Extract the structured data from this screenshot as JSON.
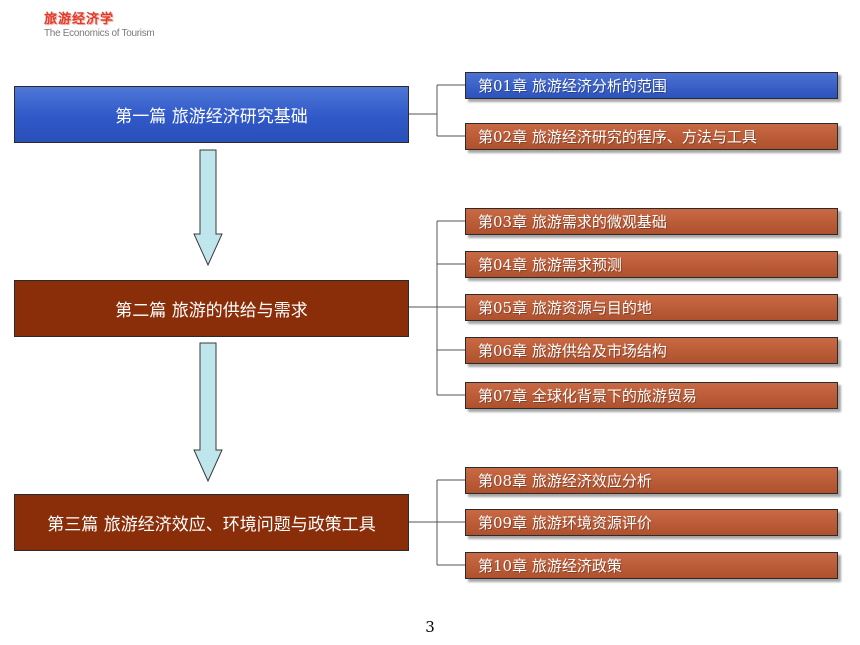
{
  "header": {
    "logo_cn": "旅游经济学",
    "logo_en": "The Economics of Tourism"
  },
  "parts": [
    {
      "label": "第一篇  旅游经济研究基础",
      "color": "#3058c8",
      "chapters": [
        {
          "label": "第01章  旅游经济分析的范围",
          "color": "#3a5ec8"
        },
        {
          "label": "第02章  旅游经济研究的程序、方法与工具",
          "color": "#b9583a"
        }
      ]
    },
    {
      "label": "第二篇  旅游的供给与需求",
      "color": "#8a2e0a",
      "chapters": [
        {
          "label": "第03章  旅游需求的微观基础",
          "color": "#b9583a"
        },
        {
          "label": "第04章  旅游需求预测",
          "color": "#b9583a"
        },
        {
          "label": "第05章  旅游资源与目的地",
          "color": "#b9583a"
        },
        {
          "label": "第06章  旅游供给及市场结构",
          "color": "#b9583a"
        },
        {
          "label": "第07章  全球化背景下的旅游贸易",
          "color": "#b9583a"
        }
      ]
    },
    {
      "label": "第三篇  旅游经济效应、环境问题与政策工具",
      "color": "#8a2e0a",
      "chapters": [
        {
          "label": "第08章  旅游经济效应分析",
          "color": "#b9583a"
        },
        {
          "label": "第09章  旅游环境资源评价",
          "color": "#b9583a"
        },
        {
          "label": "第10章  旅游经济政策",
          "color": "#b9583a"
        }
      ]
    }
  ],
  "arrow_color": "#bfe6ec",
  "page_number": "3"
}
